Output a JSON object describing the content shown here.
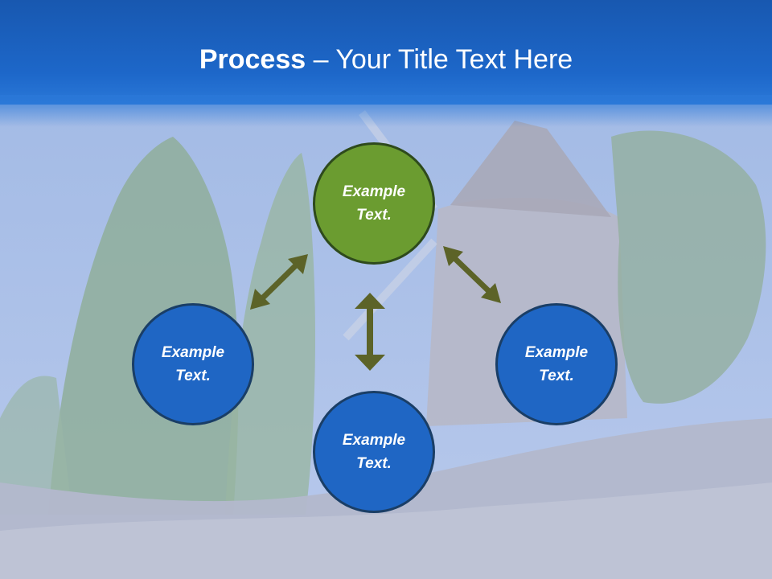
{
  "title": {
    "bold": "Process",
    "rest": " – Your Title Text Here"
  },
  "nodes": {
    "top": "Example Text.",
    "left": "Example Text.",
    "right": "Example Text.",
    "bottom": "Example Text."
  },
  "colors": {
    "title_band": "#1d67c9",
    "node_blue": "#1f66c4",
    "node_green": "#6b9c30",
    "arrow": "#5c6328"
  }
}
